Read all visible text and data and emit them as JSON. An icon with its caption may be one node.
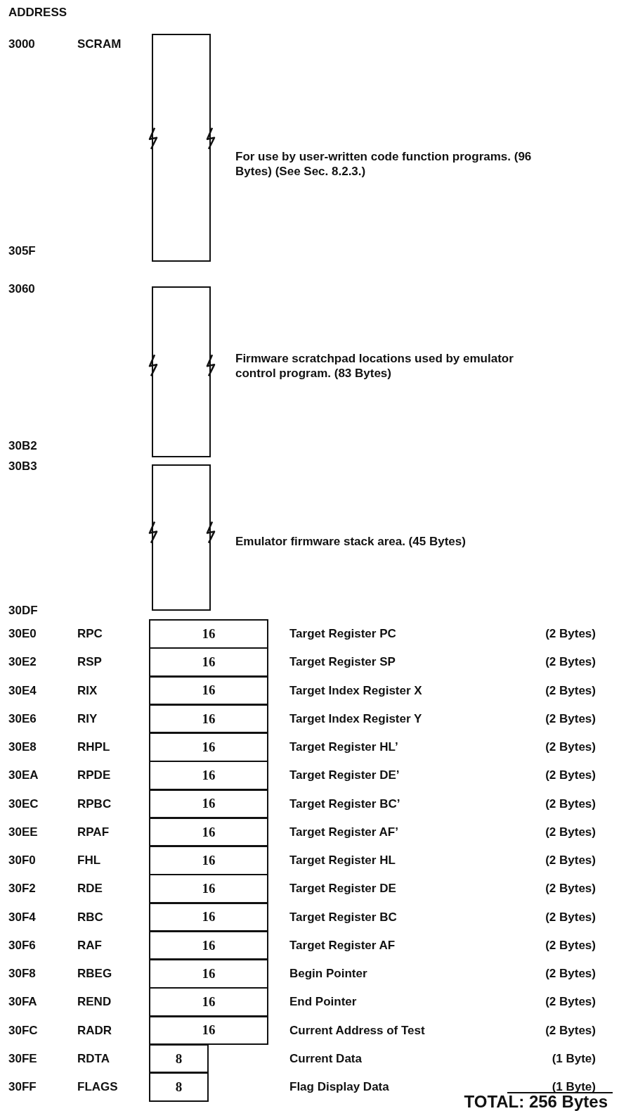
{
  "diagram": {
    "nodes": [
      {
        "text": [],
        "shape": "box"
      },
      {
        "text": [],
        "shape": "box"
      },
      {
        "text": [],
        "shape": "box"
      },
      {
        "text": [
          "16"
        ]
      },
      {
        "text": [
          "16"
        ]
      },
      {
        "text": [
          "16"
        ]
      },
      {
        "text": [
          "16"
        ]
      },
      {
        "text": [
          "16"
        ]
      },
      {
        "text": [
          "16"
        ]
      },
      {
        "text": [
          "16"
        ]
      },
      {
        "text": [
          "16"
        ]
      },
      {
        "text": [
          "16"
        ]
      },
      {
        "text": [
          "16"
        ]
      },
      {
        "text": [
          "16"
        ]
      },
      {
        "text": [
          "16"
        ]
      },
      {
        "text": [
          "16"
        ]
      },
      {
        "text": [
          "16"
        ]
      },
      {
        "text": [
          "16"
        ]
      },
      {
        "text": [
          "8"
        ]
      },
      {
        "text": [
          "8"
        ]
      }
    ],
    "labels": [
      "ADDRESS",
      "3000",
      "SCRAM",
      "For use by user-written code function programs. (96 Bytes) (See Sec. 8.2.3.)",
      "305F",
      "3060",
      "Firmware scratchpad locations used by emulator control program. (83 Bytes)",
      "30B2",
      "30B3",
      "Emulator firmware stack area. (45 Bytes)",
      "30DF",
      "30E0",
      "RPC",
      "Target Register PC",
      "(2 Bytes)",
      "30E2",
      "RSP",
      "Target Register SP",
      "(2 Bytes)",
      "30E4",
      "RIX",
      "Target Index Register X",
      "(2 Bytes)",
      "30E6",
      "RIY",
      "Target Index Register Y",
      "(2 Bytes)",
      "30E8",
      "RHPL",
      "Target Register HL’",
      "(2 Bytes)",
      "30EA",
      "RPDE",
      "Target Register DE’",
      "(2 Bytes)",
      "30EC",
      "RPBC",
      "Target Register BC’",
      "(2 Bytes)",
      "30EE",
      "RPAF",
      "Target Register AF’",
      "(2 Bytes)",
      "30F0",
      "FHL",
      "Target Register HL",
      "(2 Bytes)",
      "30F2",
      "RDE",
      "Target Register DE",
      "(2 Bytes)",
      "30F4",
      "RBC",
      "Target Register BC",
      "(2 Bytes)",
      "30F6",
      "RAF",
      "Target Register AF",
      "(2 Bytes)",
      "30F8",
      "RBEG",
      "Begin Pointer",
      "(2 Bytes)",
      "30FA",
      "REND",
      "End Pointer",
      "(2 Bytes)",
      "30FC",
      "RADR",
      "Current Address of Test",
      "(2 Bytes)",
      "30FE",
      "RDTA",
      "Current Data",
      "(1 Byte)",
      "30FF",
      "FLAGS",
      "Flag Display Data",
      "(1 Byte)",
      "TOTAL: 256 Bytes"
    ]
  }
}
